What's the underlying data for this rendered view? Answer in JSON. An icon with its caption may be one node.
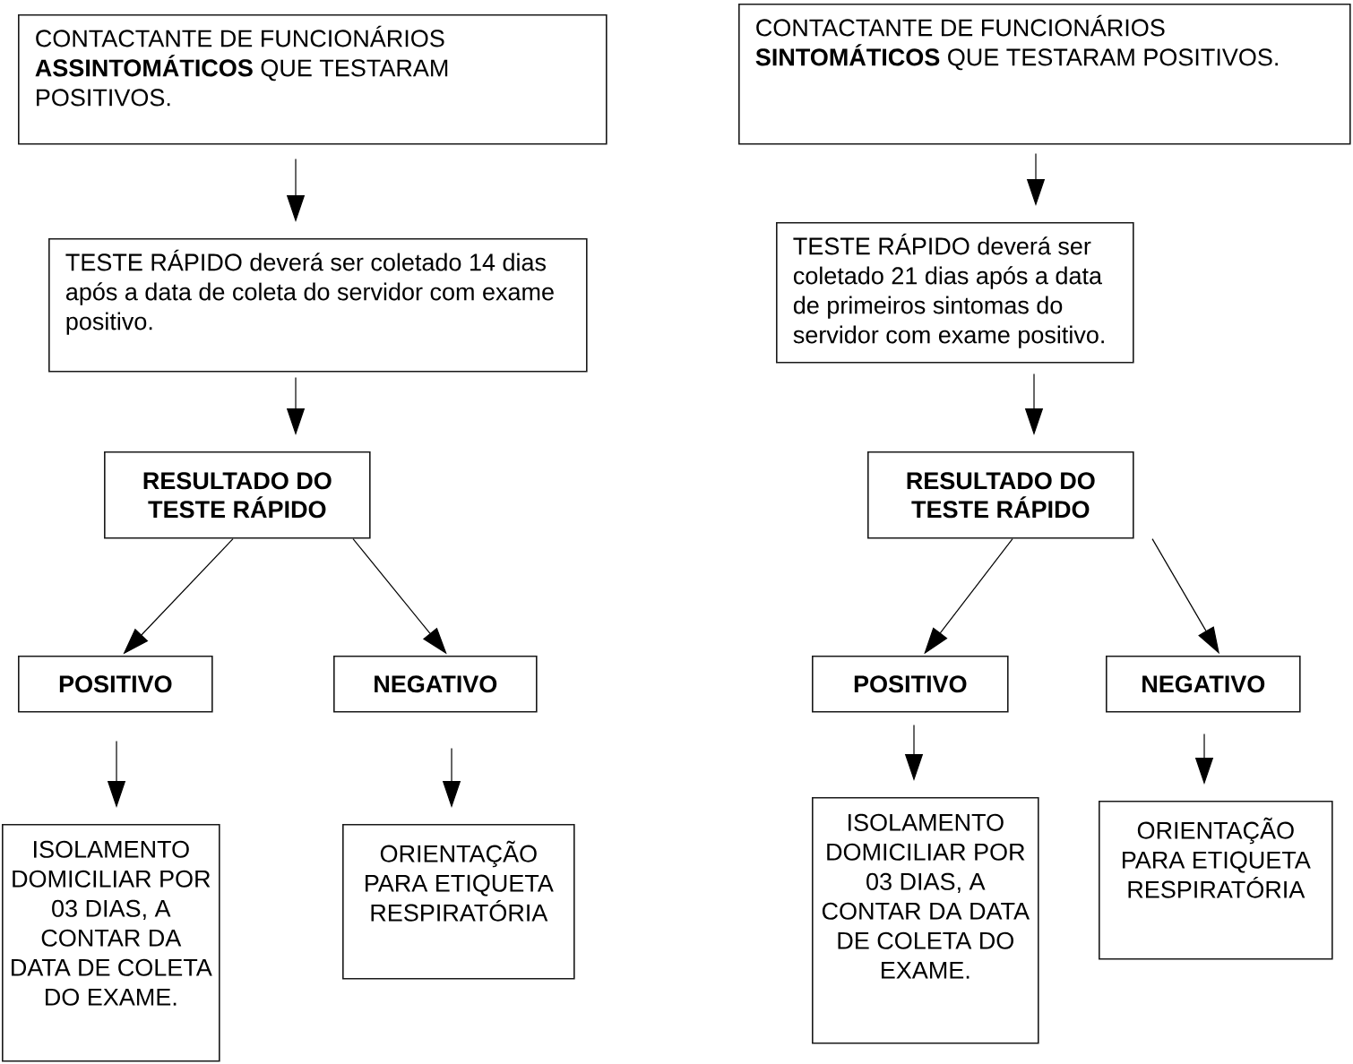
{
  "diagram": {
    "nodes": [
      {
        "text": [
          "CONTACTANTE DE FUNCIONÁRIOS **ASSINTOMÁTICOS** QUE TESTARAM POSITIVOS."
        ]
      },
      {
        "text": [
          "TESTE RÁPIDO deverá ser coletado 14 dias após a data de coleta do servidor com exame positivo."
        ]
      },
      {
        "text": [
          "RESULTADO DO TESTE RÁPIDO"
        ]
      },
      {
        "text": [
          "POSITIVO"
        ]
      },
      {
        "text": [
          "NEGATIVO"
        ]
      },
      {
        "text": [
          "ISOLAMENTO DOMICILIAR POR 03 DIAS, A CONTAR DA DATA DE COLETA DO EXAME."
        ]
      },
      {
        "text": [
          "ORIENTAÇÃO PARA ETIQUETA RESPIRATÓRIA"
        ]
      },
      {
        "text": [
          "CONTACTANTE DE FUNCIONÁRIOS **SINTOMÁTICOS** QUE TESTARAM POSITIVOS."
        ]
      },
      {
        "text": [
          "TESTE RÁPIDO deverá ser coletado 21 dias após a data de primeiros sintomas do servidor com exame positivo."
        ]
      },
      {
        "text": [
          "RESULTADO DO TESTE RÁPIDO"
        ]
      },
      {
        "text": [
          "POSITIVO"
        ]
      },
      {
        "text": [
          "NEGATIVO"
        ]
      },
      {
        "text": [
          "ISOLAMENTO DOMICILIAR POR 03 DIAS, A CONTAR DA DATA DE COLETA DO EXAME."
        ]
      },
      {
        "text": [
          "ORIENTAÇÃO PARA ETIQUETA RESPIRATÓRIA"
        ]
      }
    ],
    "edges": [
      {
        "from": 0,
        "to": 1,
        "arrow": "to"
      },
      {
        "from": 1,
        "to": 2,
        "arrow": "to"
      },
      {
        "from": 2,
        "to": 3,
        "arrow": "to"
      },
      {
        "from": 2,
        "to": 4,
        "arrow": "to"
      },
      {
        "from": 3,
        "to": 5,
        "arrow": "to"
      },
      {
        "from": 4,
        "to": 6,
        "arrow": "to"
      },
      {
        "from": 7,
        "to": 8,
        "arrow": "to"
      },
      {
        "from": 8,
        "to": 9,
        "arrow": "to"
      },
      {
        "from": 9,
        "to": 10,
        "arrow": "to"
      },
      {
        "from": 9,
        "to": 11,
        "arrow": "to"
      },
      {
        "from": 10,
        "to": 12,
        "arrow": "to"
      },
      {
        "from": 11,
        "to": 13,
        "arrow": "to"
      }
    ]
  }
}
